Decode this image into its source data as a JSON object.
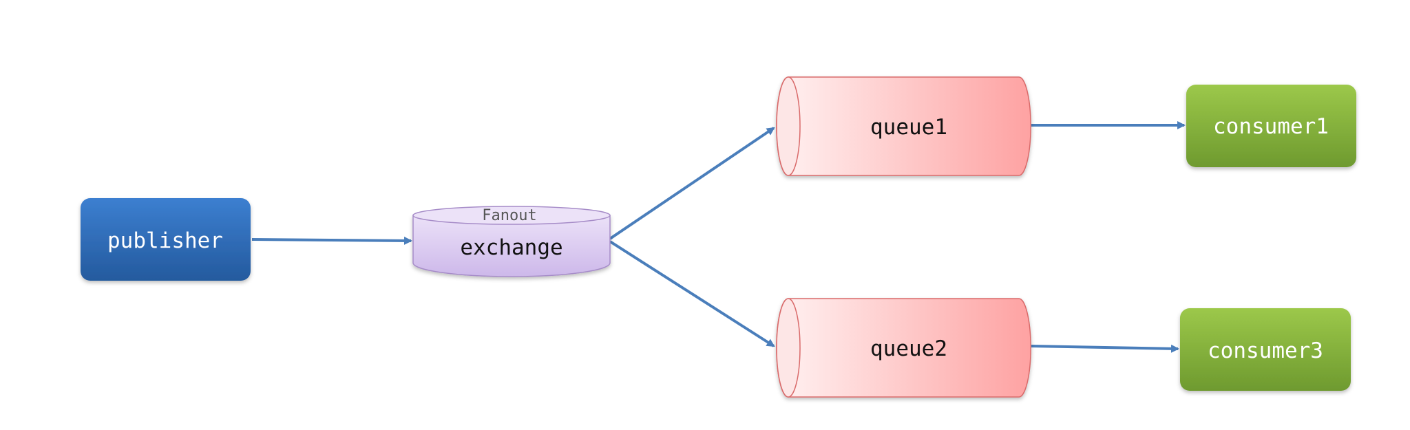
{
  "nodes": {
    "publisher": {
      "label": "publisher"
    },
    "exchange": {
      "type_label": "Fanout",
      "label": "exchange"
    },
    "queue1": {
      "label": "queue1"
    },
    "queue2": {
      "label": "queue2"
    },
    "consumer1": {
      "label": "consumer1"
    },
    "consumer3": {
      "label": "consumer3"
    }
  },
  "edges": [
    {
      "from": "publisher",
      "to": "exchange"
    },
    {
      "from": "exchange",
      "to": "queue1"
    },
    {
      "from": "exchange",
      "to": "queue2"
    },
    {
      "from": "queue1",
      "to": "consumer1"
    },
    {
      "from": "queue2",
      "to": "consumer3"
    }
  ],
  "colors": {
    "publisher": "#2e6db4",
    "exchange": "#d9c9ef",
    "queue": "#fdb7b7",
    "consumer": "#7aab35",
    "arrow": "#4a7ebb"
  }
}
